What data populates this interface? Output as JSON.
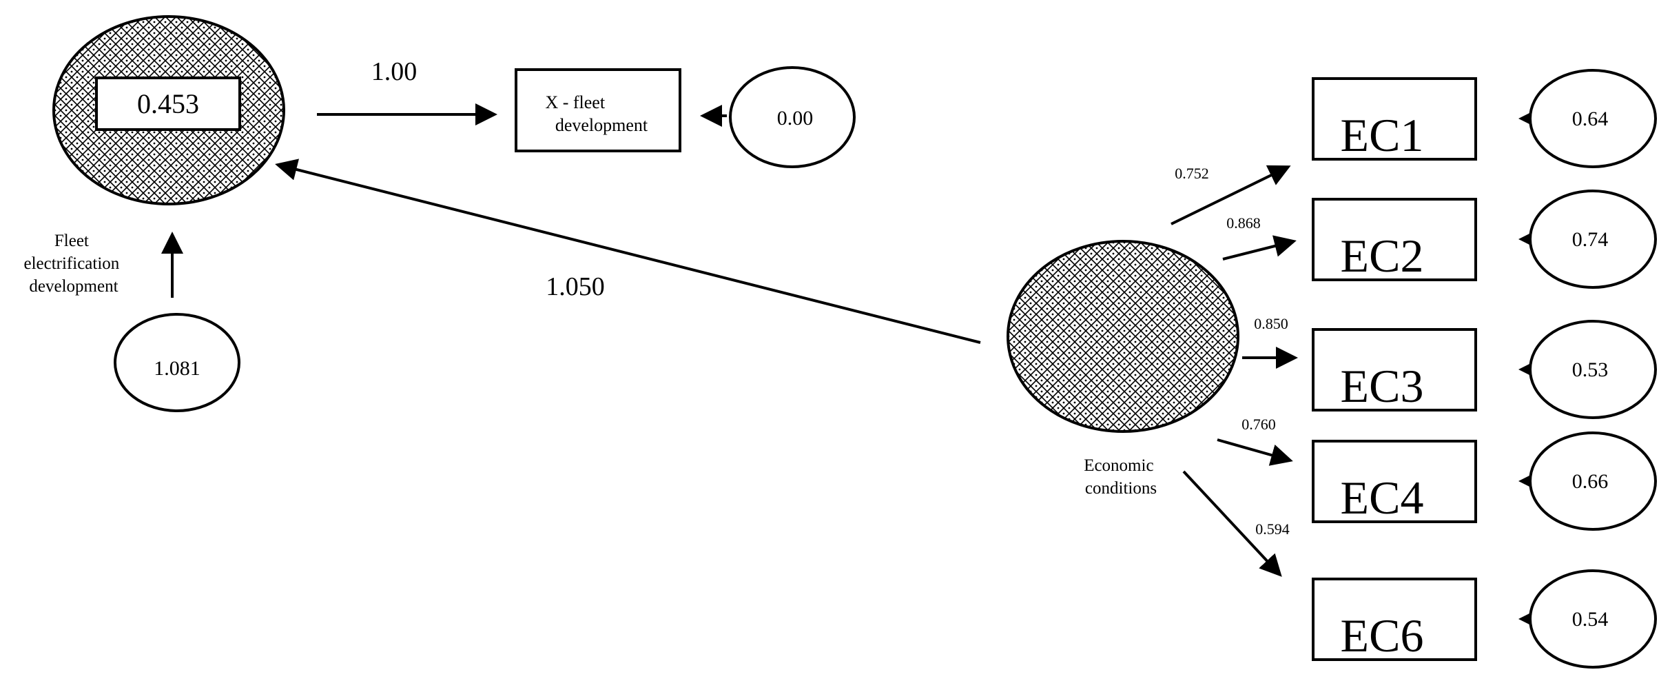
{
  "colors": {
    "ink": "#000000",
    "background": "#ffffff",
    "hatch": "#000000"
  },
  "nodes": {
    "fleet_latent": {
      "label": "Fleet electrification development",
      "label_lines": [
        "Fleet",
        "electrification",
        "development"
      ],
      "variance": "0.453"
    },
    "fleet_indicator": {
      "label_lines": [
        "X - fleet",
        "development"
      ],
      "error": "0.00"
    },
    "fleet_disturbance": {
      "value": "1.081"
    },
    "econ_latent": {
      "label": "Economic conditions",
      "label_lines": [
        "Economic",
        "conditions"
      ]
    },
    "econ_indicators": [
      {
        "name": "EC1",
        "loading": "0.752",
        "error": "0.64"
      },
      {
        "name": "EC2",
        "loading": "0.868",
        "error": "0.74"
      },
      {
        "name": "EC3",
        "loading": "0.850",
        "error": "0.53"
      },
      {
        "name": "EC4",
        "loading": "0.760",
        "error": "0.66"
      },
      {
        "name": "EC6",
        "loading": "0.594",
        "error": "0.54"
      }
    ]
  },
  "paths": {
    "fleet_loading": "1.00",
    "econ_to_fleet": "1.050"
  }
}
